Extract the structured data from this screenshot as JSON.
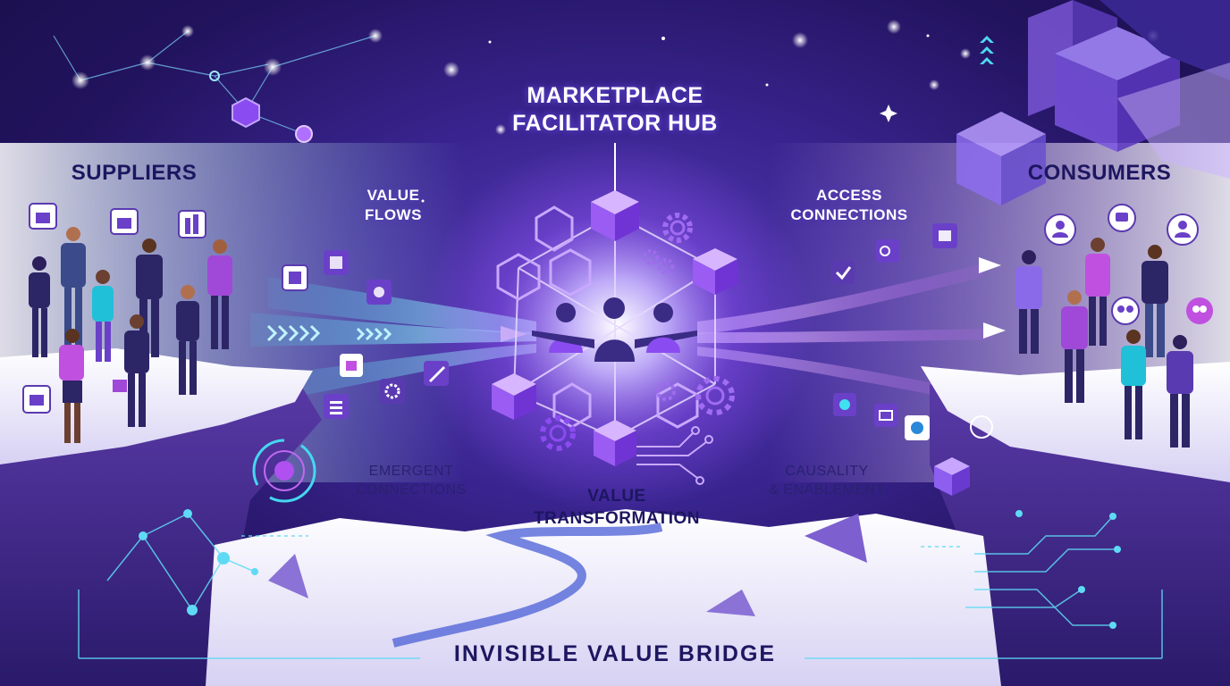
{
  "labels": {
    "suppliers": "SUPPLIERS",
    "consumers": "CONSUMERS",
    "hub_line1": "MARKETPLACE",
    "hub_line2": "FACILITATOR HUB",
    "value_flows_line1": "VALUE",
    "value_flows_line2": "FLOWS",
    "access_line1": "ACCESS",
    "access_line2": "CONNECTIONS",
    "emergent_line1": "EMERGENT",
    "emergent_line2": "CONNECTIONS",
    "transformation_line1": "VALUE",
    "transformation_line2": "TRANSFORMATION",
    "causality_line1": "CAUSALITY",
    "causality_line2": "& ENABLEMENT",
    "bridge": "INVISIBLE VALUE BRIDGE"
  },
  "colors": {
    "background": "#22135e",
    "accent_purple": "#8a4cf0",
    "accent_cyan": "#3fe0f0",
    "label_dark": "#1d1660",
    "cliff_snow": "#e6e4f6"
  },
  "icons": {
    "supplier_side": [
      "store-icon",
      "building-icon",
      "box-icon",
      "lock-icon",
      "rocket-icon",
      "gear-icon",
      "chart-icon"
    ],
    "consumer_side": [
      "user-icon",
      "chat-icon",
      "group-icon",
      "key-icon",
      "briefcase-icon",
      "check-icon",
      "globe-icon"
    ],
    "hub": [
      "cube-icon",
      "gear-icon",
      "puzzle-icon",
      "recycle-icon"
    ]
  }
}
